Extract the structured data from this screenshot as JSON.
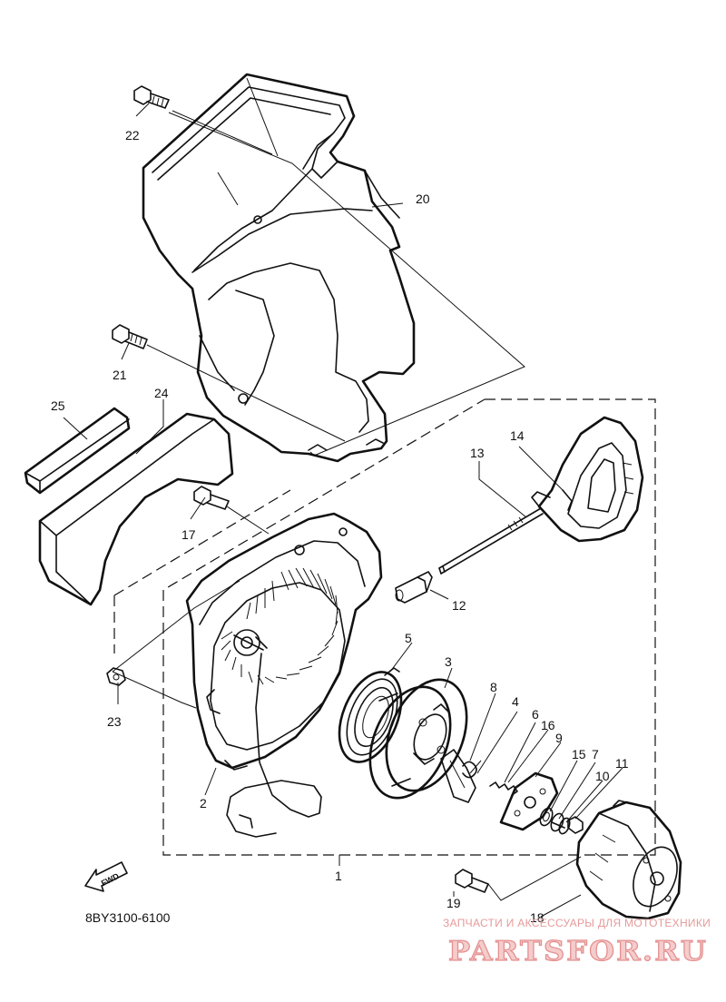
{
  "diagram": {
    "code": "8BY3100-6100",
    "fwd_label": "FWD",
    "parts": [
      {
        "id": "part-1",
        "label": "1"
      },
      {
        "id": "part-2",
        "label": "2"
      },
      {
        "id": "part-3",
        "label": "3"
      },
      {
        "id": "part-4",
        "label": "4"
      },
      {
        "id": "part-5",
        "label": "5"
      },
      {
        "id": "part-6",
        "label": "6"
      },
      {
        "id": "part-7",
        "label": "7"
      },
      {
        "id": "part-8",
        "label": "8"
      },
      {
        "id": "part-9",
        "label": "9"
      },
      {
        "id": "part-10",
        "label": "10"
      },
      {
        "id": "part-11",
        "label": "11"
      },
      {
        "id": "part-12",
        "label": "12"
      },
      {
        "id": "part-13",
        "label": "13"
      },
      {
        "id": "part-14",
        "label": "14"
      },
      {
        "id": "part-15",
        "label": "15"
      },
      {
        "id": "part-16",
        "label": "16"
      },
      {
        "id": "part-17",
        "label": "17"
      },
      {
        "id": "part-18",
        "label": "18"
      },
      {
        "id": "part-19",
        "label": "19"
      },
      {
        "id": "part-20",
        "label": "20"
      },
      {
        "id": "part-21",
        "label": "21"
      },
      {
        "id": "part-22",
        "label": "22"
      },
      {
        "id": "part-23",
        "label": "23"
      },
      {
        "id": "part-24",
        "label": "24"
      },
      {
        "id": "part-25",
        "label": "25"
      }
    ]
  },
  "watermark": {
    "tagline": "ЗАПЧАСТИ И АКСЕССУАРЫ ДЛЯ МОТОТЕХНИКИ",
    "brand": "PARTSFOR.RU",
    "colors": {
      "fill": "#f4cccc",
      "stroke": "#e58f8f"
    }
  }
}
